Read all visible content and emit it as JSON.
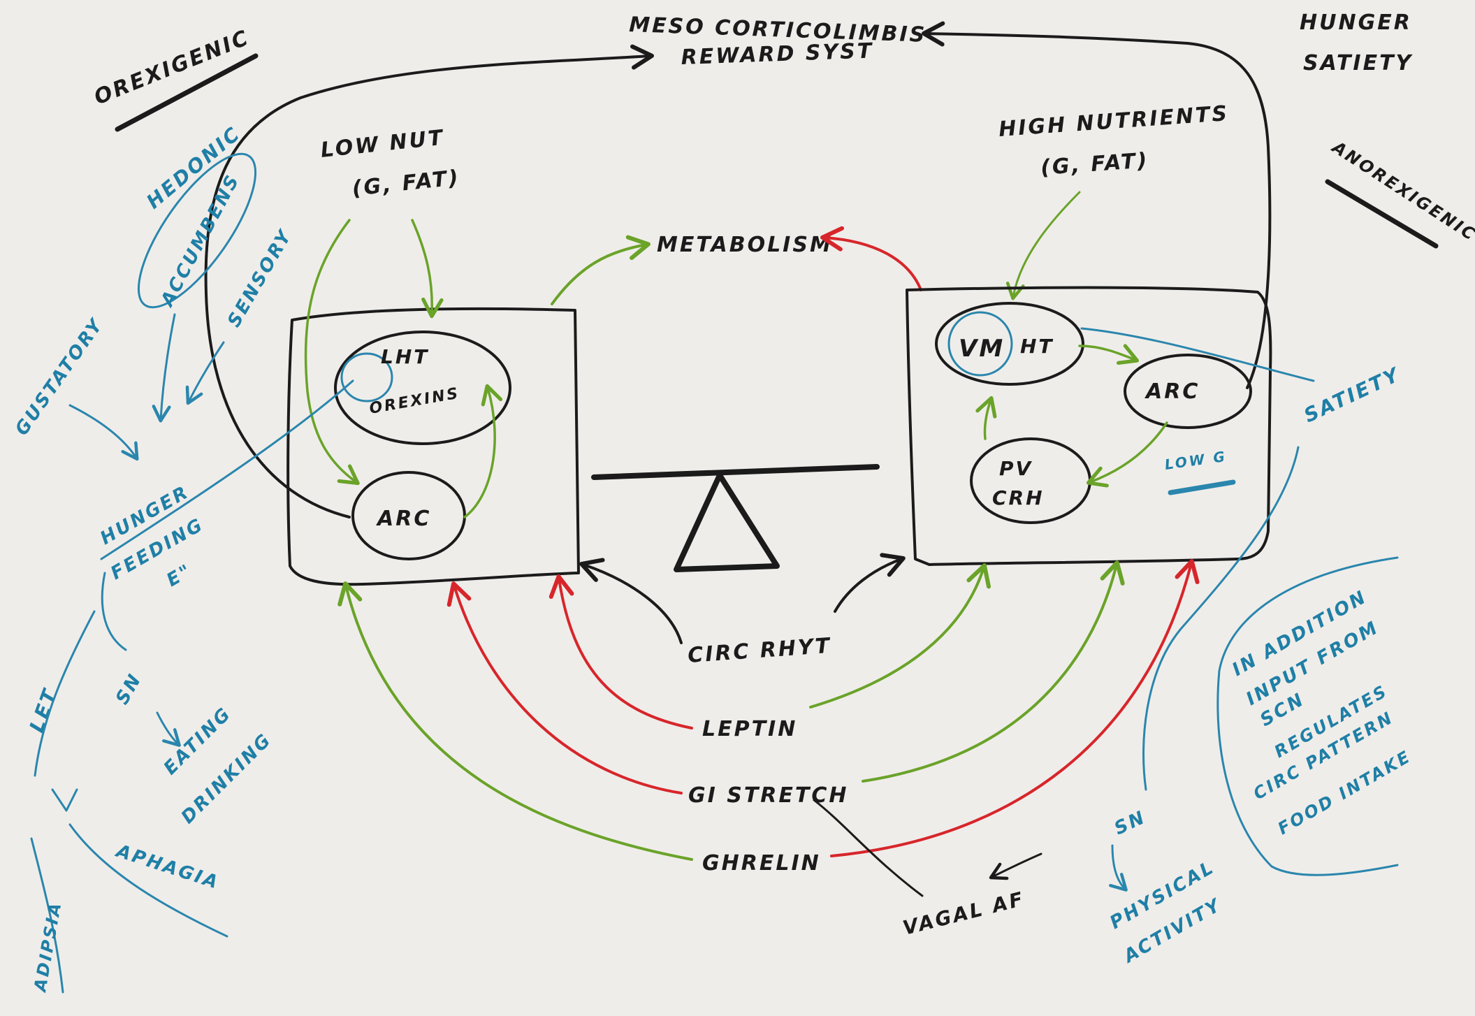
{
  "colors": {
    "paper": "#efedea",
    "black_ink": "#1b1b1b",
    "green_ink": "#6aa329",
    "red_ink": "#d7262b",
    "blue_ink": "#2a86ad"
  },
  "headings": {
    "orexigenic": "OREXIGENIC",
    "reward_line1": "MESO CORTICOLIMBIS",
    "reward_line2": "REWARD SYST",
    "hunger": "HUNGER",
    "satiety": "SATIETY",
    "anorexigenic": "ANOREXIGENIC",
    "metabolism": "METABOLISM"
  },
  "left_panel": {
    "input_line1": "LOW NUT",
    "input_line2": "(G, FAT)",
    "lh_label": "LHT",
    "lh_sub": "OREXINS",
    "arc_label": "ARC"
  },
  "right_panel": {
    "input_line1": "HIGH NUTRIENTS",
    "input_line2": "(G, FAT)",
    "vm_label": "VM",
    "ht_label": "HT",
    "arc_label": "ARC",
    "pv_line1": "PV",
    "pv_line2": "CRH",
    "low_g": "LOW G"
  },
  "signals": {
    "circ": "CIRC RHYT",
    "leptin": "LEPTIN",
    "gi": "GI STRETCH",
    "ghrelin": "GHRELIN",
    "vagal": "VAGAL AF"
  },
  "left_notes": {
    "hedonic": "HEDONIC",
    "accumbens": "ACCUMBENS",
    "gustatory": "GUSTATORY",
    "sensory": "SENSORY",
    "hunger_feeding_1": "HUNGER",
    "hunger_feeding_2": "FEEDING",
    "hunger_feeding_3": "E\"",
    "sn": "SN",
    "eating_1": "EATING",
    "eating_2": "DRINKING",
    "let": "LET",
    "aphagia": "APHAGIA",
    "adipsia": "ADIPSIA"
  },
  "right_notes": {
    "satiety_blue": "SATIETY",
    "addition_1": "IN ADDITION",
    "addition_2": "INPUT FROM",
    "addition_3": "SCN",
    "addition_4": "REGULATES",
    "addition_5": "CIRC PATTERN",
    "addition_6": "FOOD INTAKE",
    "sn": "SN",
    "physical_1": "PHYSICAL",
    "physical_2": "ACTIVITY"
  }
}
